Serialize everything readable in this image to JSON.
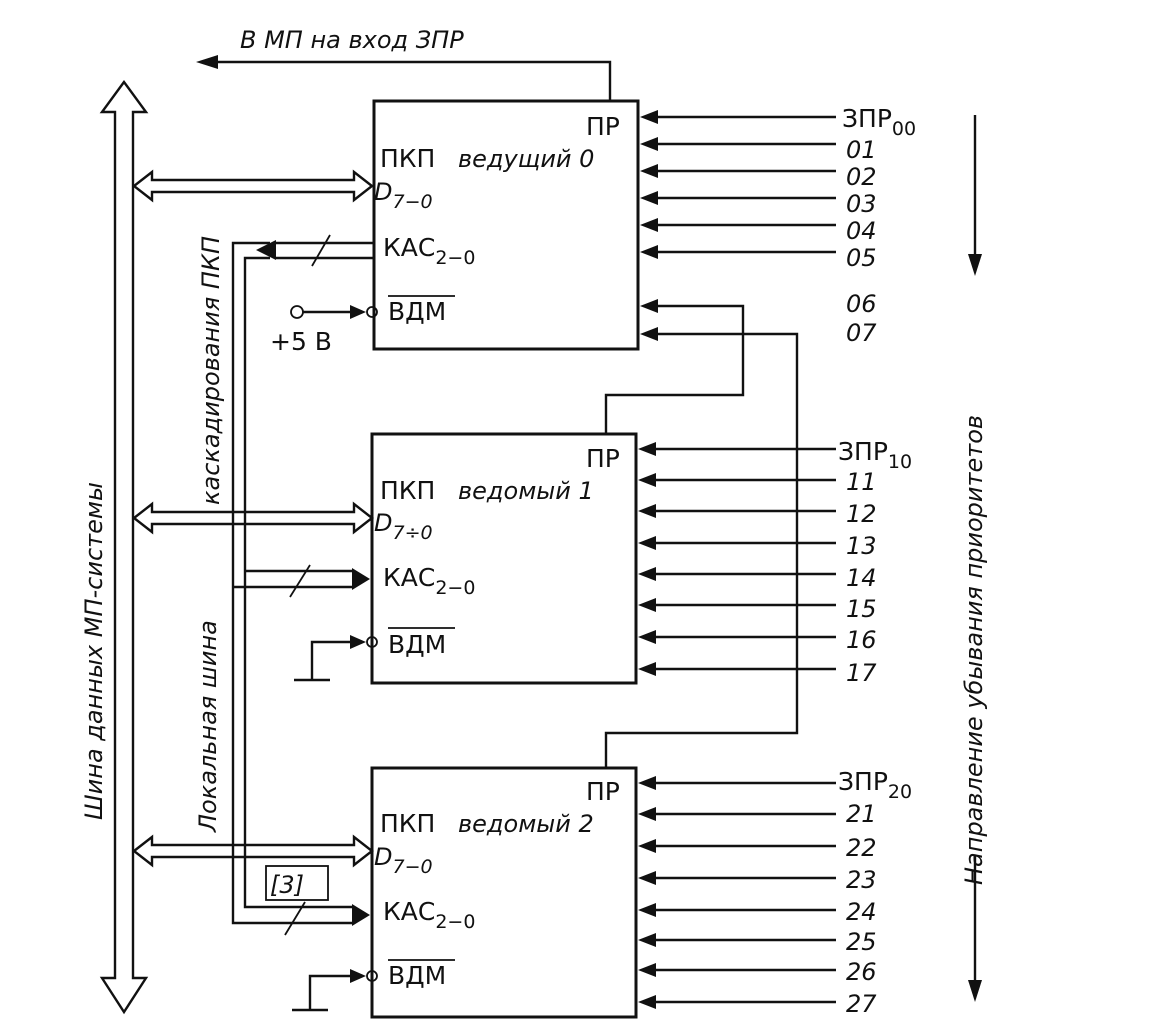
{
  "top_note": "В МП на вход ЗПР",
  "data_bus_label": "Шина данных МП-системы",
  "local_bus_label": "Локальная шина",
  "cascade_label": "каскадирования ПКП",
  "direction_label": "Направление убывания приоритетов",
  "supply_label": "+5 В",
  "bus_width_label": "[3]",
  "pins": {
    "pr": "ПР",
    "d_main": "D",
    "d_sub_master": "7−0",
    "d_sub_slave1": "7÷0",
    "d_sub_slave2": "7−0",
    "kac_main": "КАС",
    "kac_sub": "2−0",
    "vdm": "ВДМ"
  },
  "blocks": [
    {
      "title_prefix": "ПКП",
      "title_role": "ведущий 0",
      "inputs_first_main": "ЗПР",
      "inputs_first_sub": "00",
      "inputs": [
        "01",
        "02",
        "03",
        "04",
        "05"
      ],
      "cascade_inputs": [
        "06",
        "07"
      ]
    },
    {
      "title_prefix": "ПКП",
      "title_role": "ведомый 1",
      "inputs_first_main": "ЗПР",
      "inputs_first_sub": "10",
      "inputs": [
        "11",
        "12",
        "13",
        "14",
        "15",
        "16",
        "17"
      ]
    },
    {
      "title_prefix": "ПКП",
      "title_role": "ведомый 2",
      "inputs_first_main": "ЗПР",
      "inputs_first_sub": "20",
      "inputs": [
        "21",
        "22",
        "23",
        "24",
        "25",
        "26",
        "27"
      ]
    }
  ]
}
